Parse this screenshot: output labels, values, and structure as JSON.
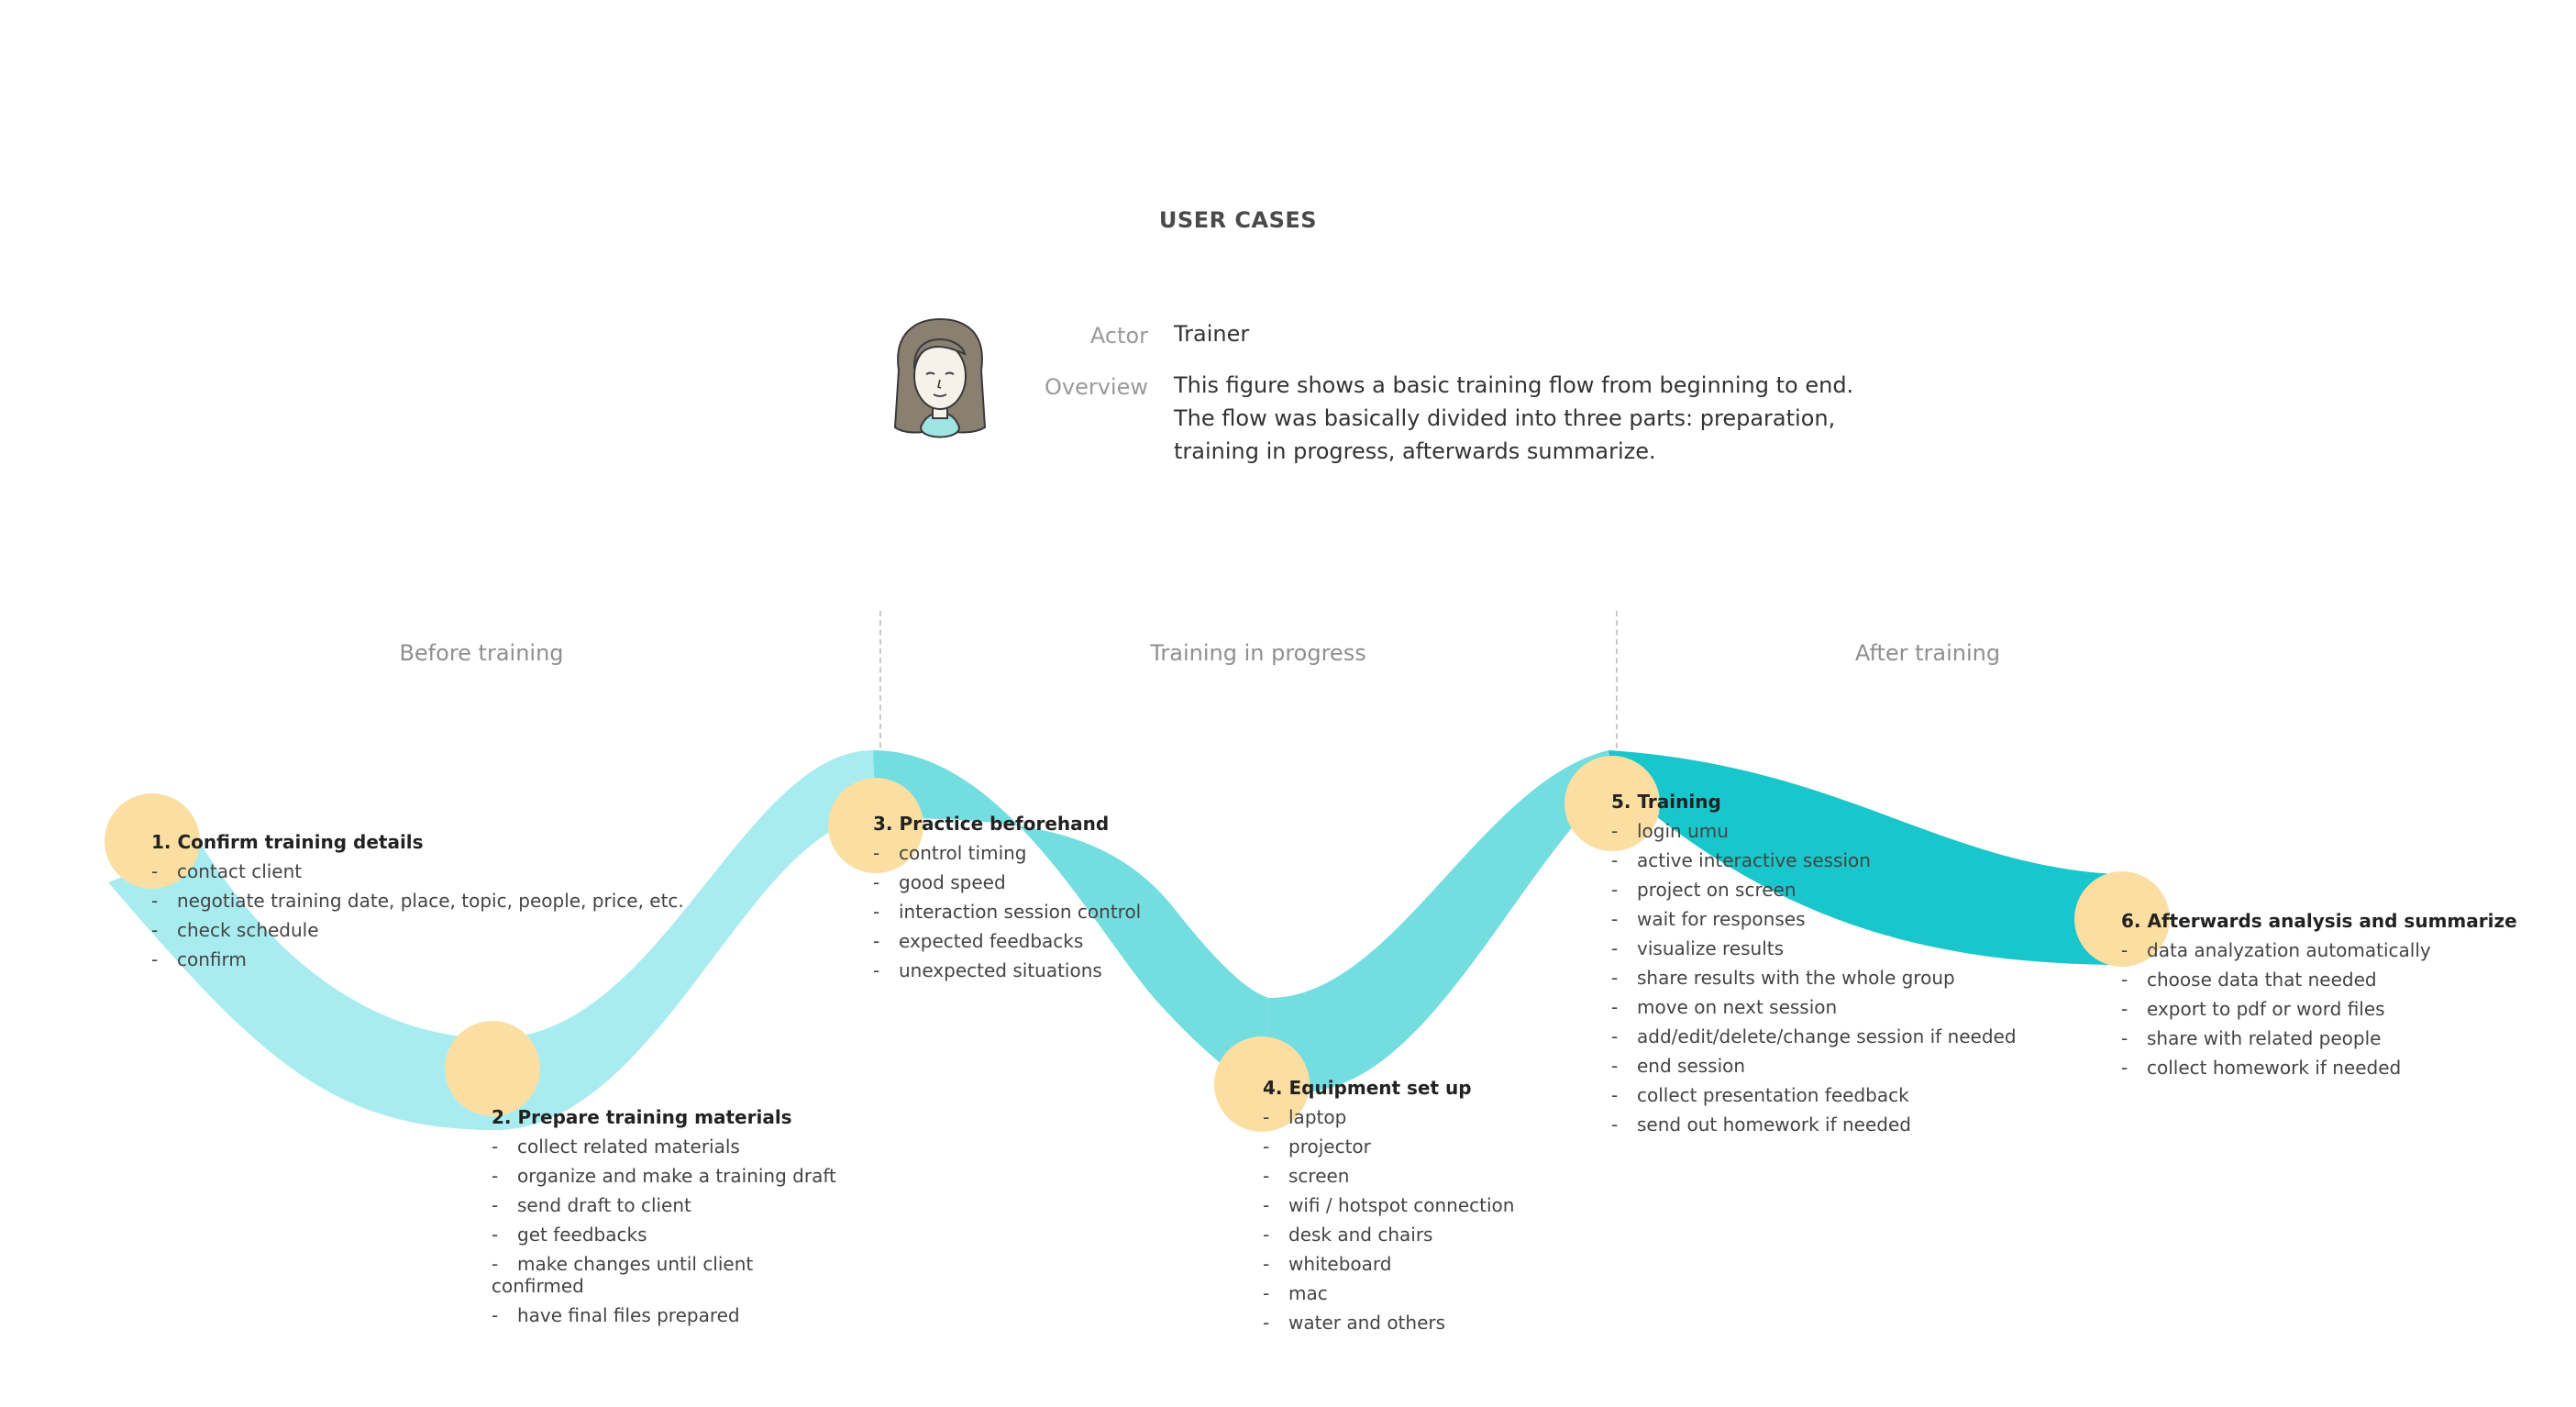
{
  "page": {
    "title": "USER CASES"
  },
  "actor": {
    "label": "Actor",
    "value": "Trainer"
  },
  "overview": {
    "label": "Overview",
    "lines": [
      "This figure shows a basic training flow from beginning to end.",
      "The flow was basically divided into three parts: preparation,",
      "training in progress, afterwards summarize."
    ]
  },
  "phases": [
    "Before training",
    "Training in progress",
    "After training"
  ],
  "colors": {
    "node": "#fbdea2",
    "band_light": "#a8ecef",
    "band_mid": "#74dde0",
    "band_dark": "#18c6cb",
    "divider": "#c8c8c8"
  },
  "icons": {
    "avatar": "trainer-avatar-icon"
  },
  "steps": [
    {
      "title": "1. Confirm training details",
      "items": [
        "contact client",
        "negotiate training date, place, topic, people, price, etc.",
        "check schedule",
        "confirm"
      ]
    },
    {
      "title": "2. Prepare training materials",
      "items": [
        "collect related materials",
        "organize and make a training draft",
        "send draft to client",
        "get feedbacks",
        "make changes until client confirmed",
        "have final files prepared"
      ]
    },
    {
      "title": "3. Practice beforehand",
      "items": [
        "control timing",
        "good speed",
        "interaction session control",
        "expected feedbacks",
        "unexpected situations"
      ]
    },
    {
      "title": "4. Equipment set up",
      "items": [
        "laptop",
        "projector",
        "screen",
        "wifi / hotspot connection",
        "desk and chairs",
        "whiteboard",
        "mac",
        "water and others"
      ]
    },
    {
      "title": "5. Training",
      "items": [
        "login umu",
        "active interactive session",
        "project on screen",
        "wait for responses",
        "visualize results",
        "share results with the whole group",
        "move on next session",
        "add/edit/delete/change session if needed",
        "end session",
        "collect presentation feedback",
        "send out homework if needed"
      ]
    },
    {
      "title": "6. Afterwards analysis and summarize",
      "items": [
        "data analyzation automatically",
        "choose data that needed",
        "export to pdf or word files",
        "share with related people",
        "collect homework if needed"
      ]
    }
  ]
}
